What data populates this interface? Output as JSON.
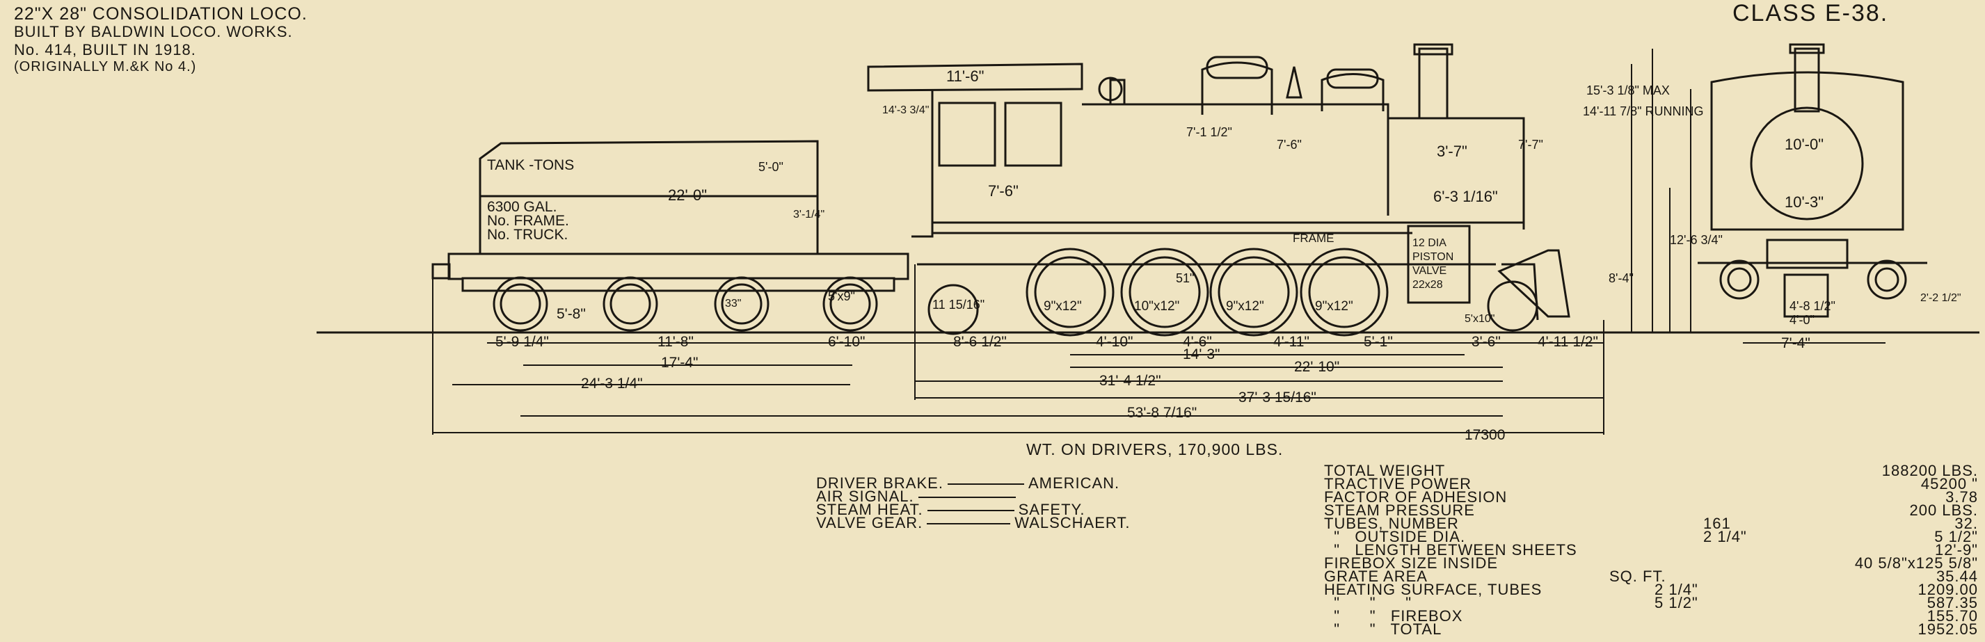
{
  "header": {
    "line1": "22\"X 28\" CONSOLIDATION LOCO.",
    "line2": "BUILT BY BALDWIN LOCO. WORKS.",
    "line3": "No. 414, BUILT IN 1918.",
    "line4": "(ORIGINALLY M.&K No 4.)",
    "class_label": "CLASS E-38."
  },
  "tender_labels": {
    "tank_tons": "TANK -TONS",
    "gal": "6300 GAL.",
    "frame": "No. FRAME.",
    "truck": "No. TRUCK."
  },
  "dimensions": {
    "cab_roof": "11'-6\"",
    "tender_top": "22'-0\"",
    "tender_height": "5'-0\"",
    "cab_length": "7'-6\"",
    "smokebox_front": "3'-7\"",
    "boiler_front": "6'-3 1/16\"",
    "dome1_h": "7'-1 1/2\"",
    "dome2_h": "7'-6\"",
    "stack_h": "7'-7\"",
    "running": "14'-11 7/8\" RUNNING",
    "max": "15'-3 1/8\" MAX",
    "center_h": "8'-4\"",
    "height_12": "12'-6 3/4\"",
    "boiler_wide": "10'-0\"",
    "boiler_wide2": "10'-3\"",
    "cab_side": "14'-3 3/4\"",
    "tender_side": "3'-1/4\"",
    "eng_low": "11 15/16\"",
    "cyl_dia": "12 DIA PISTON VALVE 22x28",
    "frame_label": "FRAME",
    "truck_wheel": "5'x9\"",
    "lead_wheel": "5'x10\"",
    "tender_wheel": "33\"",
    "dr1": "9\"x12\"",
    "dr2": "10\"x12\"",
    "dr3": "9\"x12\"",
    "dr4": "9\"x12\"",
    "dr_label": "51\"",
    "d_5_8": "5'-8\"",
    "d_5_9": "5'-9 1/4\"",
    "d_11_8": "11'-8\"",
    "d_6_10": "6'-10\"",
    "d_17_4": "17'-4\"",
    "d_24_3": "24'-3 1/4\"",
    "d_8_6": "8'-6 1/2\"",
    "d_4_10": "4'-10\"",
    "d_4_6": "4'-6\"",
    "d_4_11": "4'-11\"",
    "d_5_1": "5'-1\"",
    "d_3_6": "3'-6\"",
    "d_4_11h": "4'-11 1/2\"",
    "d_14_3": "14'-3\"",
    "d_22_10": "22'-10\"",
    "d_31_4": "31'-4 1/2\"",
    "d_37_3": "37'-3 15/16\"",
    "d_53_8": "53'-8 7/16\"",
    "total_no": "17300",
    "end_gauge": "4'-8 1/2\"",
    "end_base": "7'-4\"",
    "end_track": "4'-0\"",
    "end_low": "2'-2 1/2\""
  },
  "wt_on_drivers": "WT. ON DRIVERS, 170,900 LBS.",
  "equipment": [
    {
      "label": "DRIVER BRAKE.",
      "value": "AMERICAN."
    },
    {
      "label": "AIR SIGNAL.",
      "value": ""
    },
    {
      "label": "STEAM HEAT.",
      "value": "SAFETY."
    },
    {
      "label": "VALVE GEAR.",
      "value": "WALSCHAERT."
    }
  ],
  "specs": [
    {
      "label": "TOTAL WEIGHT",
      "mid": "",
      "value": "188200 LBS."
    },
    {
      "label": "TRACTIVE POWER",
      "mid": "",
      "value": "45200 \""
    },
    {
      "label": "FACTOR OF ADHESION",
      "mid": "",
      "value": "3.78"
    },
    {
      "label": "STEAM PRESSURE",
      "mid": "",
      "value": "200 LBS."
    },
    {
      "label": "TUBES, NUMBER",
      "mid": "161",
      "value": "32."
    },
    {
      "label": "  \"   OUTSIDE DIA.",
      "mid": "2 1/4\"",
      "value": "5 1/2\""
    },
    {
      "label": "  \"   LENGTH BETWEEN SHEETS",
      "mid": "",
      "value": "12'-9\""
    },
    {
      "label": "FIREBOX SIZE INSIDE",
      "mid": "",
      "value": "40 5/8\"x125 5/8\""
    },
    {
      "label": "GRATE AREA",
      "mid": "SQ. FT.",
      "value": "35.44"
    },
    {
      "label": "HEATING SURFACE, TUBES",
      "mid": "2 1/4\"",
      "value": "1209.00"
    },
    {
      "label": "  \"      \"      \"",
      "mid": "5 1/2\"",
      "value": "587.35"
    },
    {
      "label": "  \"      \"   FIREBOX",
      "mid": "",
      "value": "155.70"
    },
    {
      "label": "  \"      \"   TOTAL",
      "mid": "",
      "value": "1952.05"
    }
  ]
}
